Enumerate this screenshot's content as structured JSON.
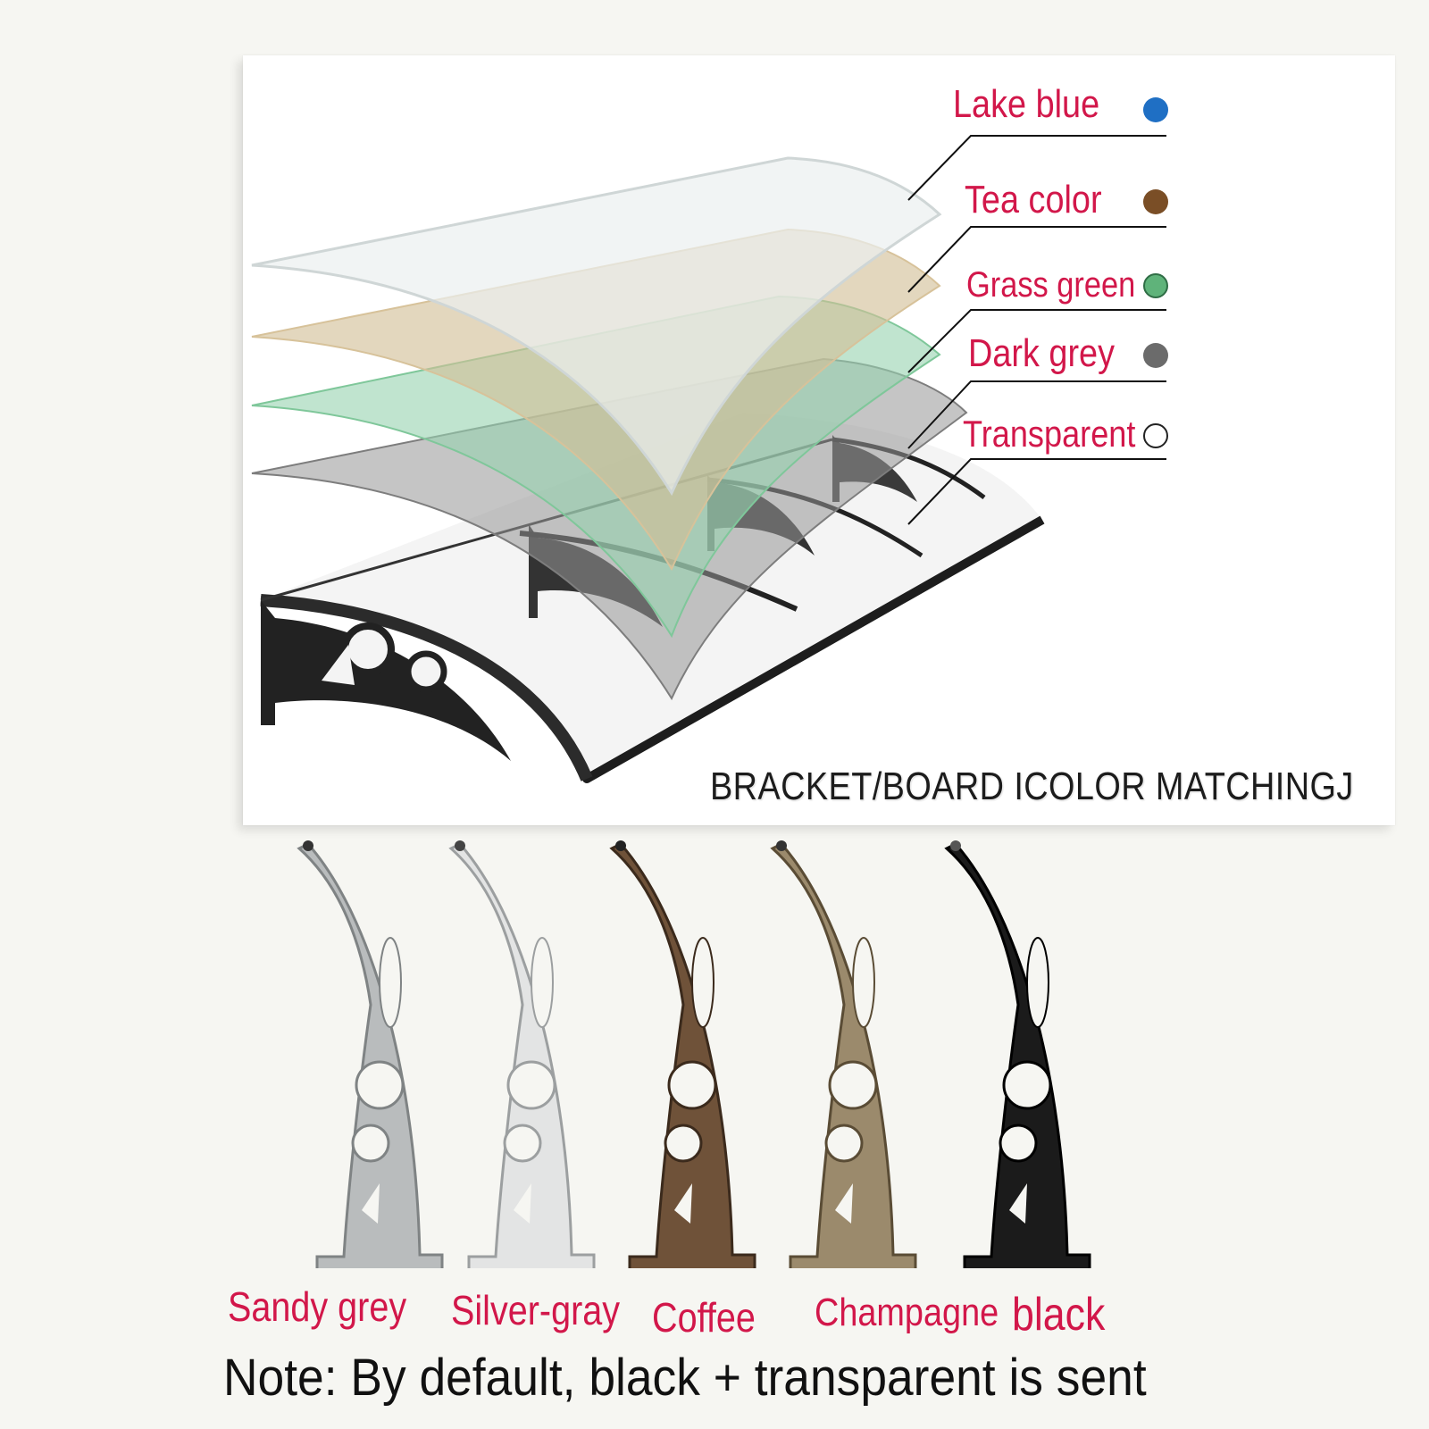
{
  "board_colors": [
    {
      "label": "Lake blue",
      "swatch": "#1f6fc4"
    },
    {
      "label": "Tea color",
      "swatch": "#7a4e26"
    },
    {
      "label": "Grass green",
      "swatch": "#5fb37a"
    },
    {
      "label": "Dark grey",
      "swatch": "#6b6b6b"
    },
    {
      "label": "Transparent",
      "swatch": "#ffffff"
    }
  ],
  "matching_title": "BRACKET/BOARD ICOLOR MATCHINGJ",
  "brackets": [
    {
      "label": "Sandy grey",
      "color": "#b9bcbd"
    },
    {
      "label": "Silver-gray",
      "color": "#e3e4e4"
    },
    {
      "label": "Coffee",
      "color": "#6f5239"
    },
    {
      "label": "Champagne",
      "color": "#9b8a6c"
    },
    {
      "label": "black",
      "color": "#1b1b1b"
    }
  ],
  "note": "Note: By default, black + transparent is sent"
}
